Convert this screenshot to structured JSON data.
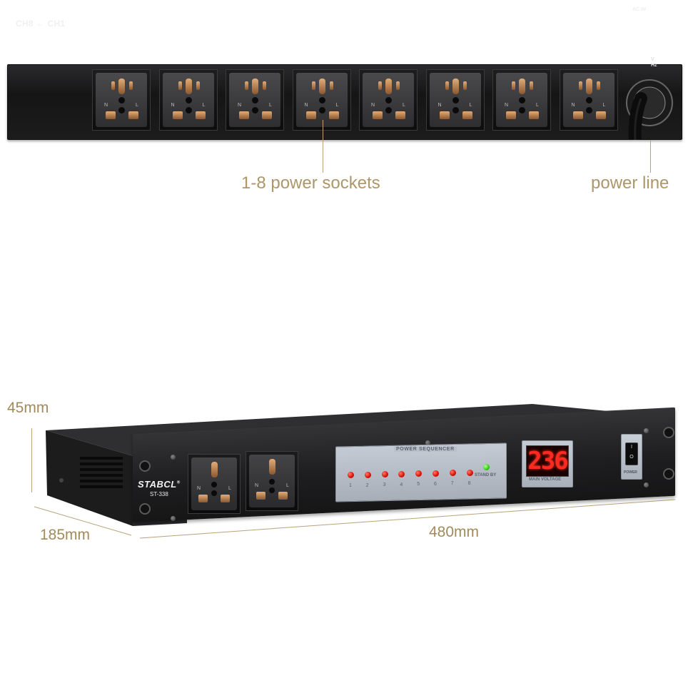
{
  "rear_panel": {
    "channel_label": "CH8 ← CH1",
    "ac_in_label": "AC IN",
    "voltage_label_line1": "V",
    "voltage_label_line2": "Hz",
    "socket_pin_left": "N",
    "socket_pin_right": "L",
    "socket_count": 8
  },
  "callouts": {
    "sockets": "1-8 power sockets",
    "power_line": "power line"
  },
  "dimensions": {
    "height": "45mm",
    "depth": "185mm",
    "width": "480mm"
  },
  "front_panel": {
    "brand": "STABCL",
    "brand_mark": "®",
    "model": "ST-338",
    "sequencer_title": "POWER SEQUENCER",
    "led_labels": [
      "1",
      "2",
      "3",
      "4",
      "5",
      "6",
      "7",
      "8"
    ],
    "standby_label": "STAND BY",
    "display_value": "236",
    "display_label": "MAIN VOLTAGE",
    "power_label": "POWER",
    "switch_on": "I",
    "switch_off": "O"
  },
  "colors": {
    "callout_text": "#ad9668",
    "led_red": "#e0150a",
    "led_green": "#3cd11f",
    "display_red": "#ff2a1f"
  }
}
